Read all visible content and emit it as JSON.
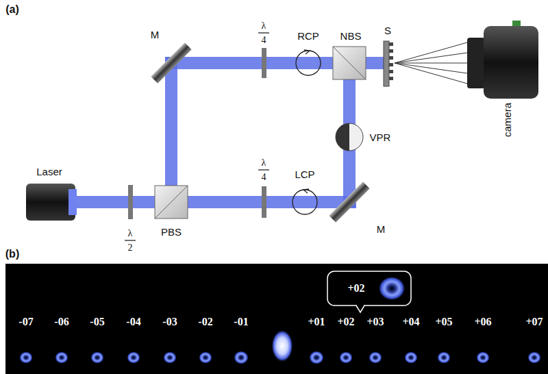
{
  "diagram": {
    "labels": [
      "(a)",
      "Laser",
      "λ",
      "2",
      "PBS",
      "M",
      "λ",
      "4",
      "RCP",
      "NBS",
      "S",
      "camera",
      "VPR",
      "LCP",
      "λ",
      "4",
      "M",
      "(b)",
      "-07",
      "-06",
      "-05",
      "-04",
      "-03",
      "-02",
      "-01",
      "+01",
      "+02",
      "+03",
      "+04",
      "+05",
      "+06",
      "+07",
      "+02"
    ]
  }
}
